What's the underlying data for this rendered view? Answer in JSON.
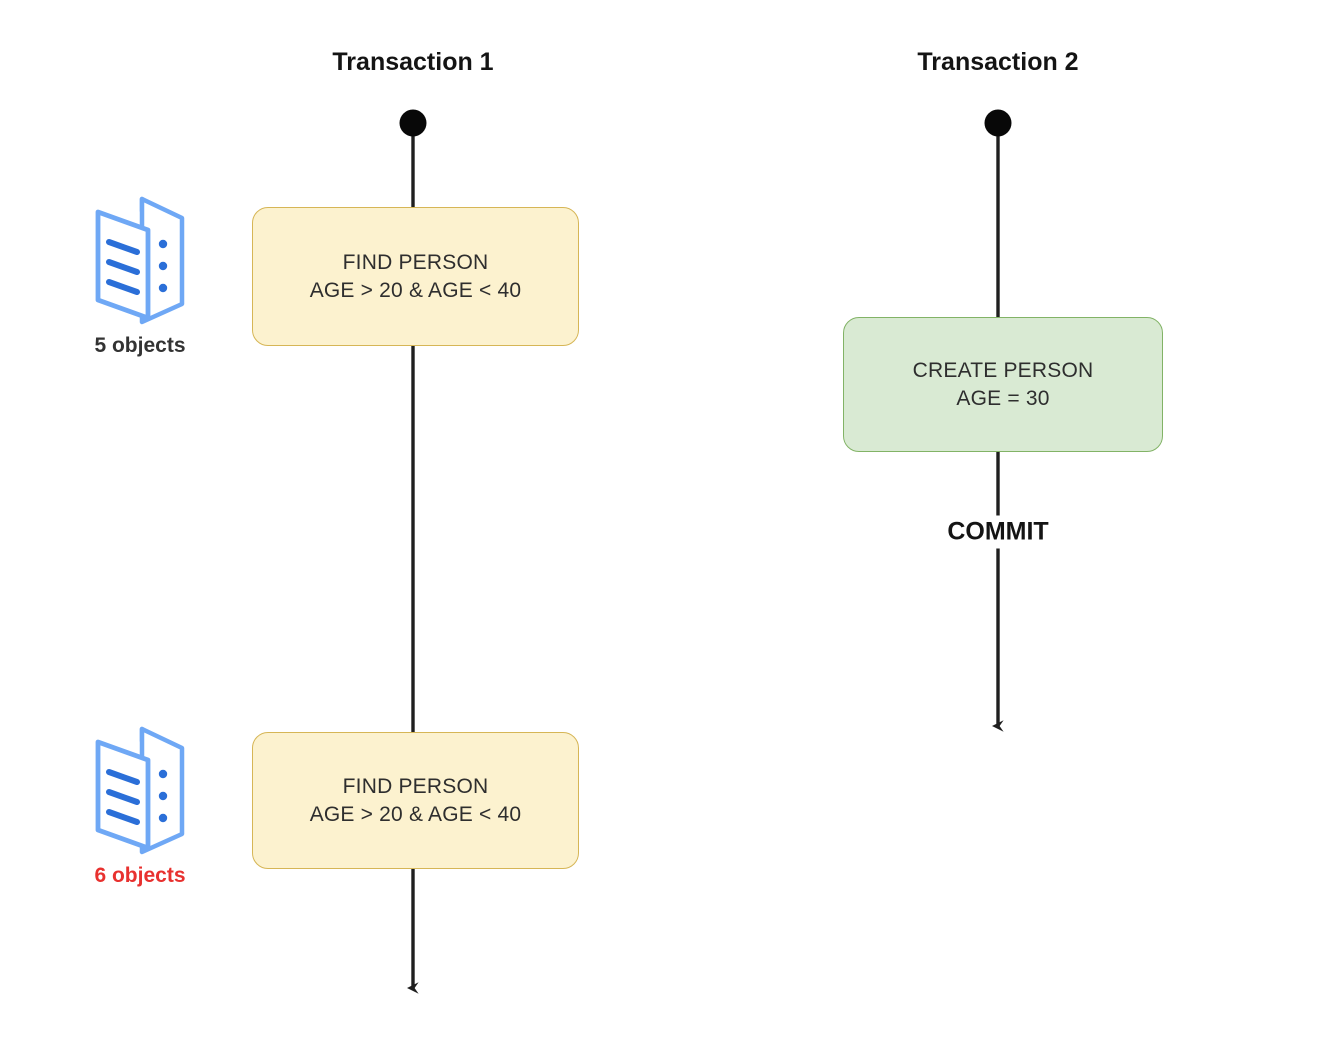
{
  "diagram": {
    "title_hidden": "",
    "background": "#ffffff",
    "colors": {
      "lifeline": "#1f1f1f",
      "yellow_fill": "#fcf2cf",
      "yellow_border": "#d6b656",
      "green_fill": "#d9ead3",
      "green_border": "#82b366",
      "icon_outline": "#6fa8f5",
      "icon_detail": "#2b6fd8",
      "label_dark": "#333333",
      "label_red": "#e8312f"
    }
  },
  "lanes": [
    {
      "id": "transaction-1",
      "title": "Transaction 1",
      "steps": [
        {
          "id": "find-person-1",
          "line1": "FIND PERSON",
          "line2": "AGE > 20 & AGE < 40",
          "color": "yellow"
        },
        {
          "id": "find-person-2",
          "line1": "FIND PERSON",
          "line2": "AGE > 20 & AGE < 40",
          "color": "yellow"
        }
      ]
    },
    {
      "id": "transaction-2",
      "title": "Transaction 2",
      "steps": [
        {
          "id": "create-person",
          "line1": "CREATE PERSON",
          "line2": "AGE = 30",
          "color": "green"
        }
      ],
      "edge_labels": [
        {
          "id": "commit",
          "text": "COMMIT"
        }
      ]
    }
  ],
  "result_sets": [
    {
      "id": "result-set-1",
      "icon": "documents-icon",
      "label": "5 objects",
      "count": 5,
      "emphasis": "normal"
    },
    {
      "id": "result-set-2",
      "icon": "documents-icon",
      "label": "6 objects",
      "count": 6,
      "emphasis": "highlight"
    }
  ]
}
